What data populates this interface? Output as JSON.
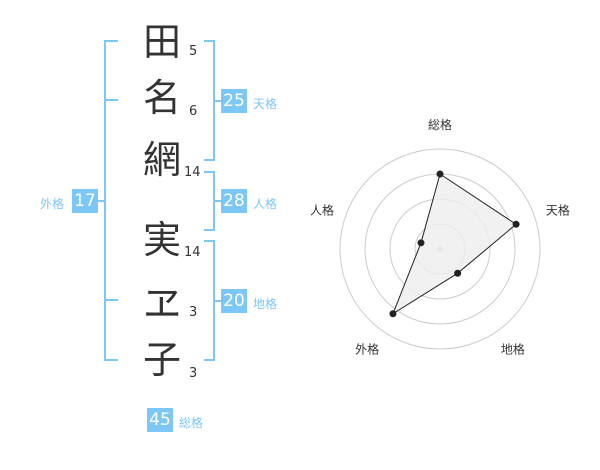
{
  "name": {
    "chars": [
      {
        "char": "田",
        "strokes": "5"
      },
      {
        "char": "名",
        "strokes": "6"
      },
      {
        "char": "網",
        "strokes": "14"
      },
      {
        "char": "実",
        "strokes": "14"
      },
      {
        "char": "ヱ",
        "strokes": "3"
      },
      {
        "char": "子",
        "strokes": "3"
      }
    ]
  },
  "fortune": {
    "tenkaku": {
      "value": "25",
      "label": "天格"
    },
    "jinkaku": {
      "value": "28",
      "label": "人格"
    },
    "chikaku": {
      "value": "20",
      "label": "地格"
    },
    "gaikaku": {
      "value": "17",
      "label": "外格"
    },
    "soukaku": {
      "value": "45",
      "label": "総格"
    }
  },
  "chart_data": {
    "type": "radar",
    "axes": [
      "総格",
      "天格",
      "地格",
      "外格",
      "人格"
    ],
    "values": [
      0.75,
      0.8,
      0.3,
      0.8,
      0.2
    ],
    "rings": 4,
    "colors": {
      "line": "#222222",
      "fill": "#eeeeee",
      "grid": "#cccccc"
    }
  },
  "colors": {
    "accent": "#7dc7f7"
  }
}
